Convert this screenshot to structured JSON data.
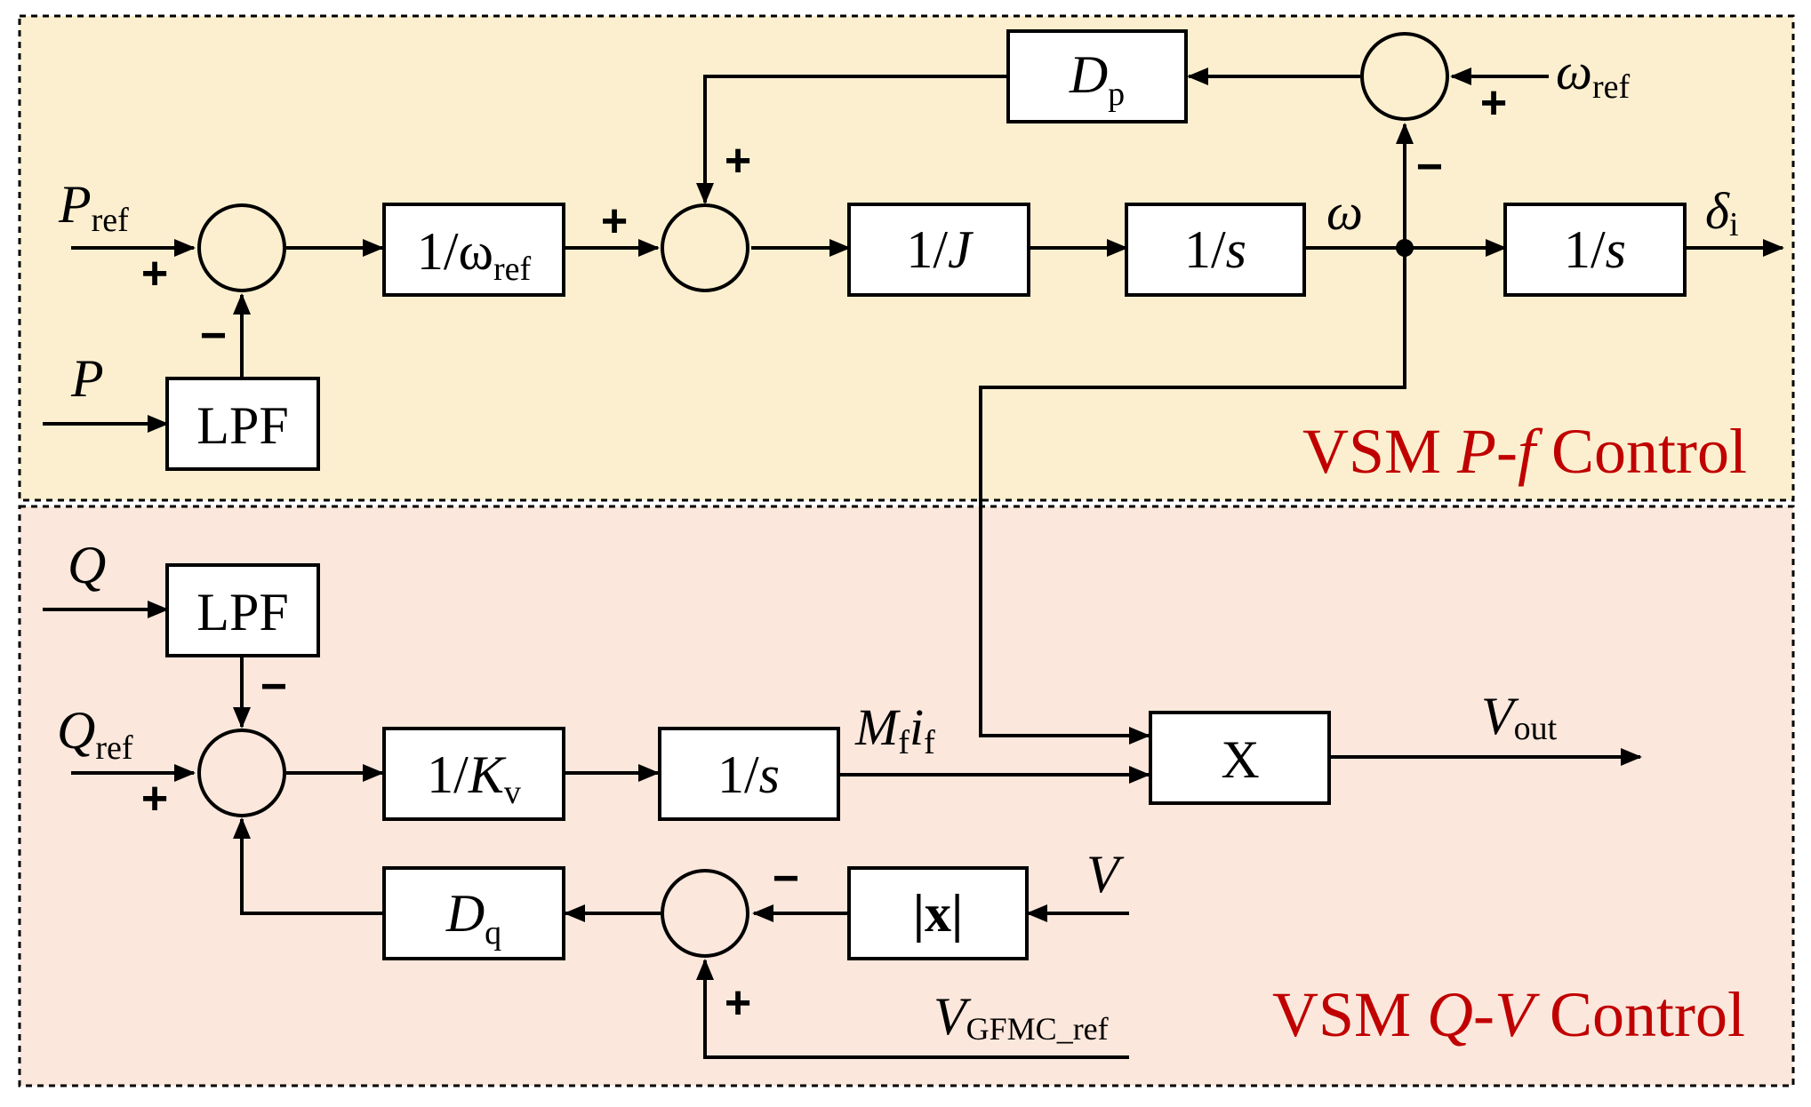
{
  "colors": {
    "pf_panel_fill": "#fcefcf",
    "qv_panel_fill": "#fbe7dc",
    "panel_title": "#c00000",
    "stroke": "#000000"
  },
  "panels": {
    "pf": {
      "title_prefix": "VSM ",
      "title_italic": "P-f",
      "title_suffix": " Control"
    },
    "qv": {
      "title_prefix": "VSM ",
      "title_italic": "Q-V",
      "title_suffix": " Control"
    }
  },
  "blocks": {
    "lpf_p": "LPF",
    "inv_wref": {
      "main": "1/ω",
      "sub": "ref"
    },
    "inv_j": {
      "main": "1/",
      "italic": "J"
    },
    "int_w": {
      "main": "1/",
      "italic": "s"
    },
    "int_delta": {
      "main": "1/",
      "italic": "s"
    },
    "dp": {
      "italic": "D",
      "sub": "p"
    },
    "lpf_q": "LPF",
    "inv_kv": {
      "main": "1/",
      "italic": "K",
      "sub": "v"
    },
    "int_v": {
      "main": "1/",
      "italic": "s"
    },
    "multiplier": "X",
    "dq": {
      "italic": "D",
      "sub": "q"
    },
    "abs": "|x|"
  },
  "signals": {
    "p_ref": {
      "main": "P",
      "sub": "ref"
    },
    "p": "P",
    "omega": "ω",
    "omega_ref": {
      "main": "ω",
      "sub": "ref"
    },
    "delta_i": {
      "main": "δ",
      "sub": "i"
    },
    "q": "Q",
    "q_ref": {
      "main": "Q",
      "sub": "ref"
    },
    "mf_if": {
      "m": "M",
      "m_sub": "f",
      "i": "i",
      "i_sub": "f"
    },
    "v_out": {
      "main": "V",
      "sub": "out"
    },
    "v": "V",
    "v_gfmc_ref": {
      "main": "V",
      "sub": "GFMC_ref"
    }
  },
  "signs": {
    "sum1_plus": "+",
    "sum1_minus": "−",
    "sum2_plus_left": "+",
    "sum2_plus_top": "+",
    "sum3_plus": "+",
    "sum3_minus": "−",
    "sum4_minus_top": "−",
    "sum4_plus_left": "+",
    "sum5_minus_right": "−",
    "sum5_plus_bottom": "+"
  }
}
